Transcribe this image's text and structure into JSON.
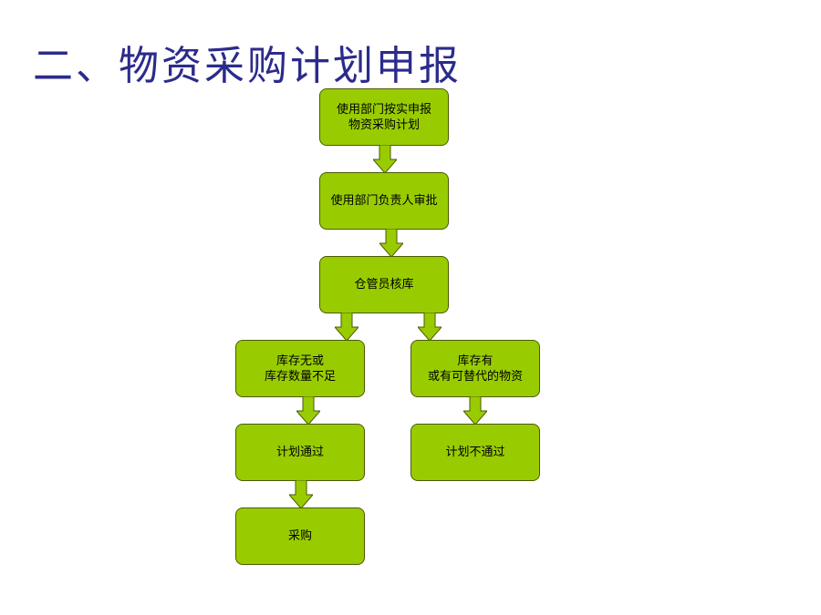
{
  "slide": {
    "title": "二、物资采购计划申报"
  },
  "diagram": {
    "nodes": {
      "apply": "使用部门按实申报\n物资采购计划",
      "dept_approve": "使用部门负责人审批",
      "warehouse_check": "仓管员核库",
      "stock_insufficient": "库存无或\n库存数量不足",
      "stock_available": "库存有\n或有可替代的物资",
      "plan_pass": "计划通过",
      "plan_reject": "计划不通过",
      "purchase": "采购"
    },
    "colors": {
      "node_fill": "#99CC00",
      "arrow_fill": "#99CC00",
      "title": "#2B2B8C"
    }
  }
}
